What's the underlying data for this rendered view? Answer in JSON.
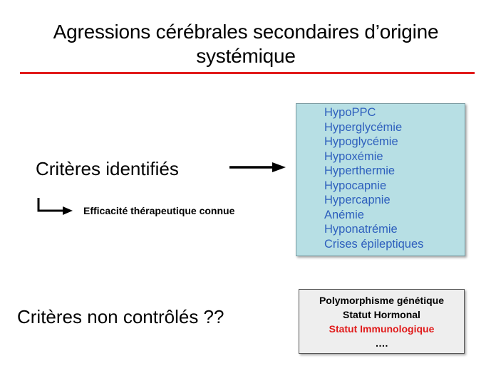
{
  "slide": {
    "title_line1": "Agressions cérébrales secondaires d’origine",
    "title_line2": "systémique",
    "criteres_identifies": "Critères identifiés",
    "efficacite": "Efficacité thérapeutique connue",
    "criteres_non_controles": "Critères non contrôlés ??",
    "accent_color": "#e11b1b",
    "list_text_color": "#2d5fbd",
    "blue_box_color": "#b7dfe4",
    "gray_box_color": "#eeeeee"
  },
  "blue_box": {
    "items": [
      "HypoPPC",
      "Hyperglycémie",
      "Hypoglycémie",
      "Hypoxémie",
      "Hyperthermie",
      "Hypocapnie",
      "Hypercapnie",
      "Anémie",
      "Hyponatrémie",
      "Crises épileptiques"
    ]
  },
  "gray_box": {
    "line1": "Polymorphisme génétique",
    "line2": "Statut Hormonal",
    "line3": "Statut Immunologique",
    "line4": "…."
  },
  "icons": {
    "arrow": "arrow-right-icon",
    "elbow": "elbow-arrow-icon"
  }
}
